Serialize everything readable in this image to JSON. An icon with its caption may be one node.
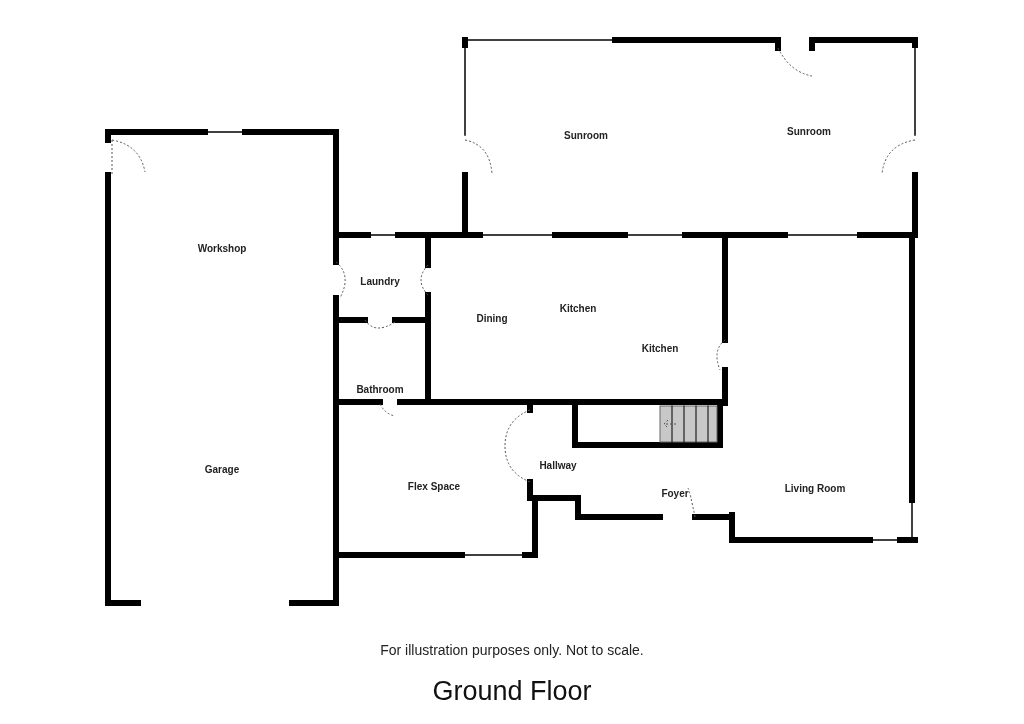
{
  "diagram": {
    "title": "Ground Floor",
    "caption": "For illustration purposes only. Not to scale.",
    "labels": [
      "Sunroom",
      "Sunroom",
      "Workshop",
      "Laundry",
      "Dining",
      "Kitchen",
      "Kitchen",
      "Bathroom",
      "Hallway",
      "Garage",
      "Flex Space",
      "Foyer",
      "Living Room"
    ]
  }
}
